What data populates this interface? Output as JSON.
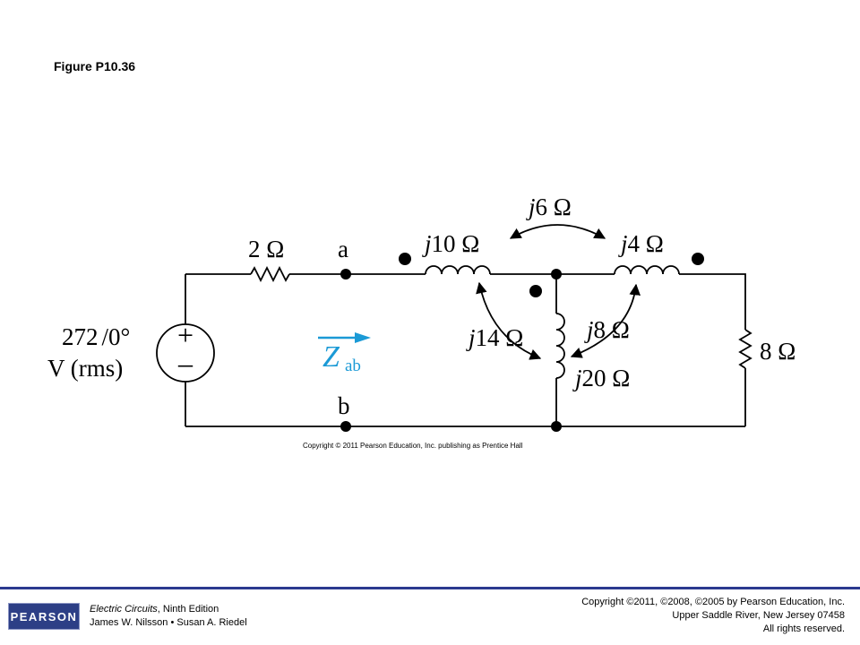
{
  "figure": {
    "title": "Figure P10.36",
    "copyright": "Copyright © 2011 Pearson Education, Inc. publishing as Prentice Hall"
  },
  "circuit": {
    "source_value": "272",
    "source_angle": "/0°",
    "source_units": "V (rms)",
    "source_plus": "+",
    "source_minus": "–",
    "r_series": "2 Ω",
    "node_a": "a",
    "node_b": "b",
    "inductor_1": {
      "j": "j",
      "val": "10 Ω"
    },
    "inductor_2": {
      "j": "j",
      "val": "4 Ω"
    },
    "inductor_3": {
      "j": "j",
      "val": "20 Ω"
    },
    "mutual_12": {
      "j": "j",
      "val": "6 Ω"
    },
    "mutual_13": {
      "j": "j",
      "val": "14 Ω"
    },
    "mutual_23": {
      "j": "j",
      "val": "8 Ω"
    },
    "r_load": "8 Ω",
    "z_label": "Z",
    "z_subscript": "ab",
    "accent_color": "#1b9ad6"
  },
  "footer": {
    "logo": "PEARSON",
    "book_title": "Electric Circuits",
    "edition": ", Ninth Edition",
    "authors": "James W. Nilsson • Susan A. Riedel",
    "copyright_line1": "Copyright ©2011, ©2008, ©2005 by Pearson Education, Inc.",
    "copyright_line2": "Upper Saddle River, New Jersey 07458",
    "copyright_line3": "All rights reserved."
  }
}
